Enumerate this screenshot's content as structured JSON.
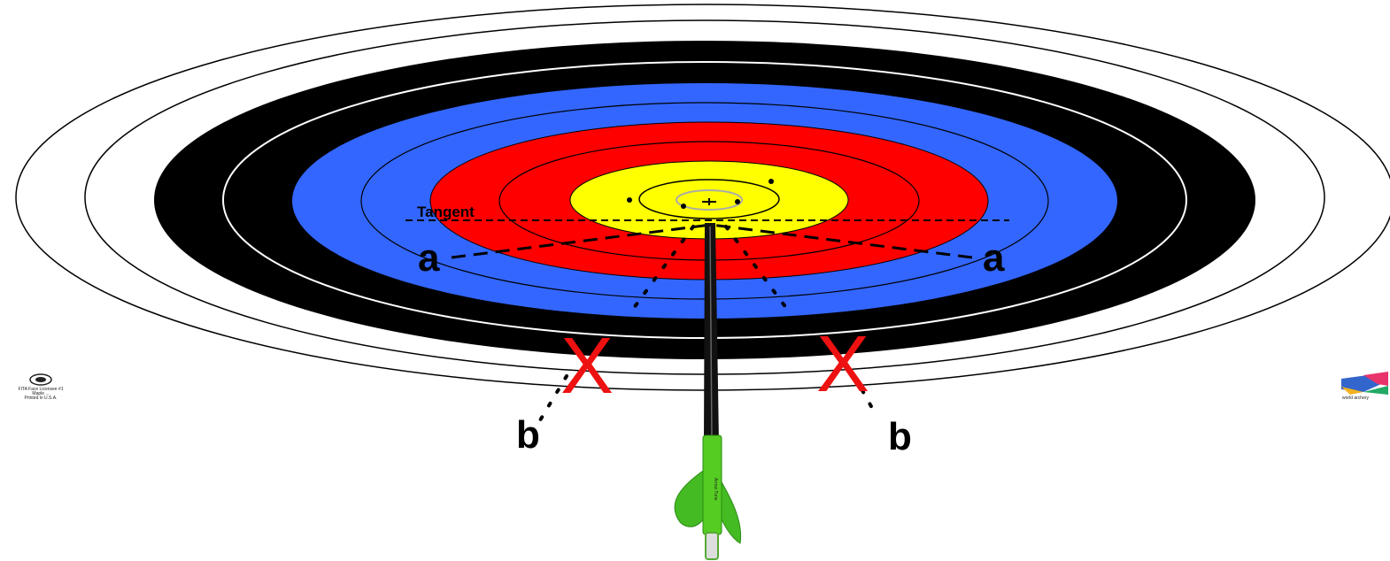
{
  "diagram": {
    "tangent_label": "Tangent",
    "label_a_left": "a",
    "label_a_right": "a",
    "label_b_left": "b",
    "label_b_right": "b",
    "mark_x_left": "X",
    "mark_x_right": "X",
    "colors": {
      "white_zone": "#ffffff",
      "black_zone": "#000000",
      "blue_zone": "#3366ff",
      "red_zone": "#ff0000",
      "gold_zone": "#ffff00",
      "x_mark": "#ee1111",
      "fletching": "#44bb22",
      "shaft": "#111111"
    },
    "left_badge": {
      "icon": "seal-icon",
      "line1": "FITA Face Licensee #1",
      "line2": "Maple ...",
      "line3": "Printed in U.S.A."
    },
    "right_logo": {
      "icon": "world-archery-logo-icon",
      "text": "world archery"
    }
  }
}
